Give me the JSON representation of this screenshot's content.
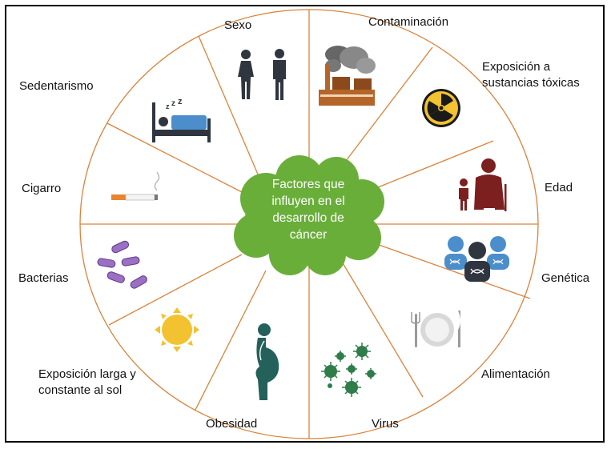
{
  "center": {
    "lines": [
      "Factores que",
      "influyen en el",
      "desarrollo de",
      "cáncer"
    ]
  },
  "factors": {
    "sexo": "Sexo",
    "contaminacion": "Contaminación",
    "toxicas_1": "Exposición a",
    "toxicas_2": "sustancias tóxicas",
    "edad": "Edad",
    "genetica": "Genética",
    "alimentacion": "Alimentación",
    "virus": "Virus",
    "obesidad": "Obesidad",
    "sol_1": "Exposición larga y",
    "sol_2": "constante al sol",
    "bacterias": "Bacterias",
    "cigarro": "Cigarro",
    "sedentarismo": "Sedentarismo"
  },
  "colors": {
    "spoke": "#d9833a",
    "cloud": "#6aae3a",
    "icon_dark": "#2f3640",
    "icon_teal": "#24615a",
    "icon_maroon": "#7b1f1f",
    "icon_blue": "#4b8ecb",
    "icon_purple": "#9b6fc4",
    "sun": "#f2c230",
    "virus_green": "#2e7d4a"
  }
}
